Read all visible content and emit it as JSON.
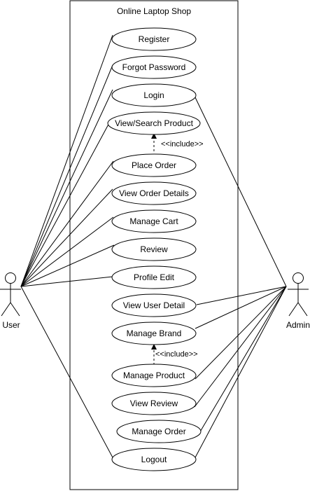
{
  "system": {
    "title": "Online Laptop Shop"
  },
  "actors": {
    "user": "User",
    "admin": "Admin"
  },
  "use_cases": {
    "register": "Register",
    "forgot_password": "Forgot Password",
    "login": "Login",
    "view_search_product": "View/Search Product",
    "place_order": "Place Order",
    "view_order_details": "View Order Details",
    "manage_cart": "Manage Cart",
    "review": "Review",
    "profile_edit": "Profile Edit",
    "view_user_detail": "View User Detail",
    "manage_brand": "Manage Brand",
    "manage_product": "Manage Product",
    "view_review": "View Review",
    "manage_order": "Manage Order",
    "logout": "Logout"
  },
  "include_label": "<<include>>"
}
